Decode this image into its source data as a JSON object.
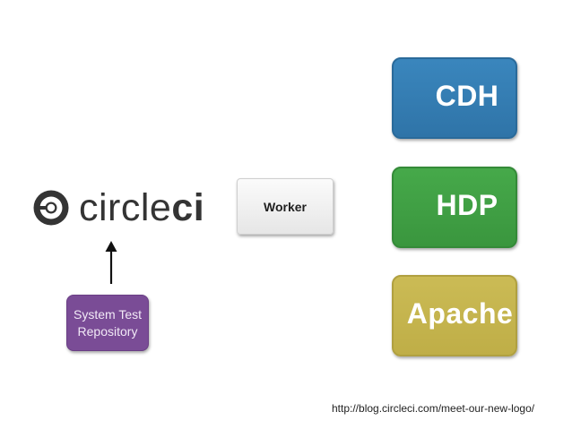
{
  "logo": {
    "icon": "circleci-logo-icon",
    "name_part1": "circle",
    "name_part2": "ci",
    "color": "#343434"
  },
  "worker": {
    "label": "Worker"
  },
  "repository": {
    "line1": "System Test",
    "line2": "Repository",
    "color": "#7a4c96"
  },
  "targets": [
    {
      "label": "CDH",
      "color": "#3a86bd"
    },
    {
      "label": "HDP",
      "color": "#46a94a"
    },
    {
      "label": "Apache",
      "color": "#cbbb55"
    }
  ],
  "arrow": {
    "icon": "arrow-up-icon",
    "direction": "up"
  },
  "footer": {
    "url": "http://blog.circleci.com/meet-our-new-logo/"
  }
}
